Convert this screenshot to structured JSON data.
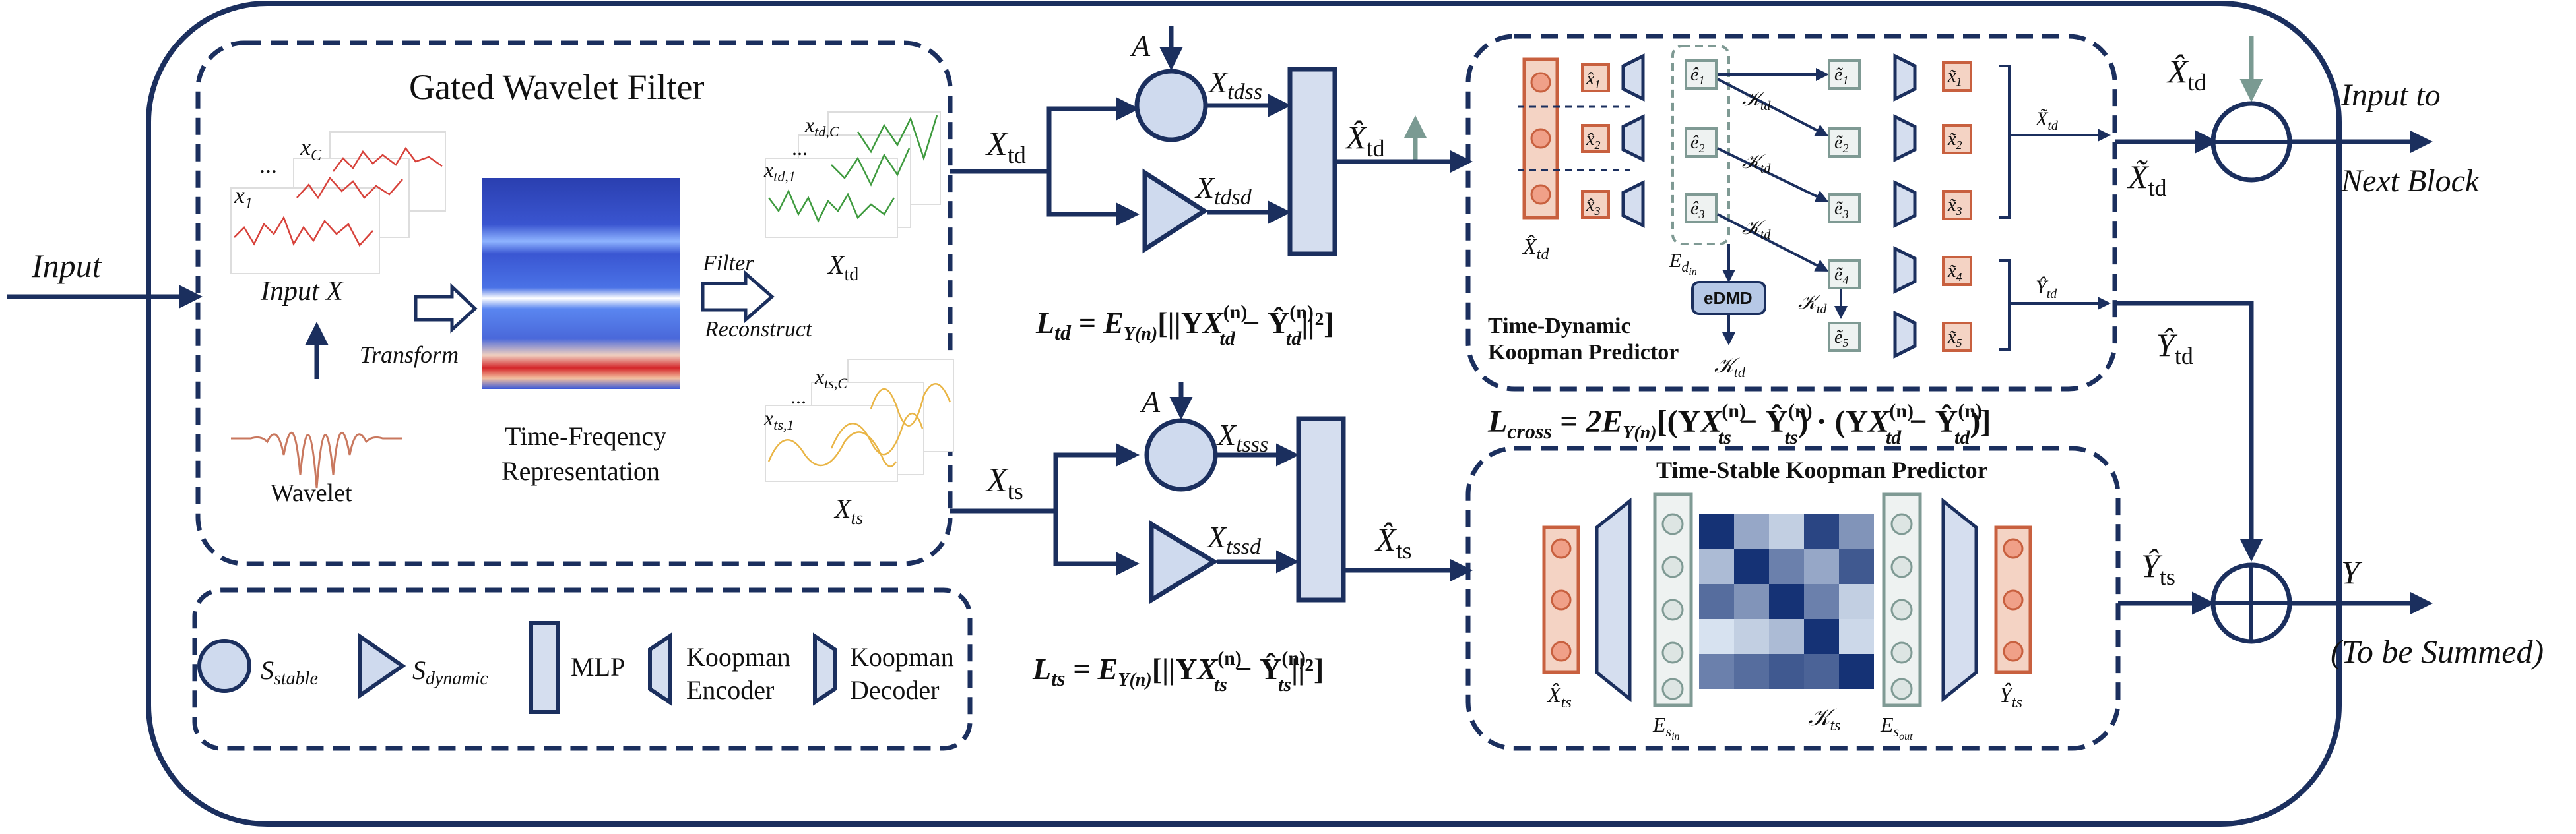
{
  "colors": {
    "navy": "#1b2f5e",
    "circle_fill": "#cfdaee",
    "encoder_fill": "#d5deef",
    "vector_orange": "#c8603f",
    "vector_orange_fill": "#f4d3c4",
    "latent_gray": "#7f9a94",
    "latent_fill": "#eef2f1",
    "arrow_gray": "#7a9a92",
    "signal_red": "#d7423b",
    "signal_green": "#3e9a3e",
    "signal_yellow": "#e9b546",
    "wavelet": "#c9785f"
  },
  "labels": {
    "input": "Input",
    "gated_wavelet_filter": "Gated Wavelet Filter",
    "input_x": "Input X",
    "x1": "x",
    "x1_sub": "1",
    "xc": "x",
    "xc_sub": "C",
    "dots": "...",
    "transform": "Transform",
    "wavelet": "Wavelet",
    "tf_line1": "Time-Freqency",
    "tf_line2": "Representation",
    "filter": "Filter",
    "reconstruct": "Reconstruct",
    "xtd_c": "x",
    "xtd_c_sub": "td,C",
    "xtd_1": "x",
    "xtd_1_sub": "td,1",
    "Xtd_small": "X",
    "Xtd_small_sub": "td",
    "xts_c": "x",
    "xts_c_sub": "ts,C",
    "xts_1": "x",
    "xts_1_sub": "ts,1",
    "Xts_small": "X",
    "Xts_small_sub": "ts",
    "Xtd_branch": "X",
    "Xtd_branch_sub": "td",
    "Xts_branch": "X",
    "Xts_branch_sub": "ts",
    "A_top": "A",
    "A_bottom": "A",
    "Xtdss": "X",
    "Xtdss_sub": "tdss",
    "Xtdsd": "X",
    "Xtdsd_sub": "tdsd",
    "Xtsss": "X",
    "Xtsss_sub": "tsss",
    "Xtssd": "X",
    "Xtssd_sub": "tssd",
    "Xhat_td": "X̂",
    "Xhat_td_sub": "td",
    "Xhat_ts": "X̂",
    "Xhat_ts_sub": "ts",
    "loss_td": "L",
    "loss_td_sub": "td",
    "loss_td_rhs": "= E",
    "loss_td_rhs_sub": "Y(n)",
    "loss_td_body": "[||Y",
    "loss_td_body2": " − Ŷ",
    "loss_td_end": "||²]",
    "loss_ts": "L",
    "loss_ts_sub": "ts",
    "loss_cross": "L",
    "loss_cross_sub": "cross",
    "loss_cross_rhs": "= 2E",
    "loss_cross_body1": "[(Y",
    "loss_cross_body2": " − Ŷ",
    "loss_cross_body3": ") · (Y",
    "loss_cross_body4": " − Ŷ",
    "loss_cross_end": ")]",
    "td_sup": "(n)",
    "td_sub": "td",
    "ts_sub": "ts",
    "td_predictor_line1": "Time-Dynamic",
    "td_predictor_line2": "Koopman Predictor",
    "ts_predictor": "Time-Stable Koopman Predictor",
    "edmd": "eDMD",
    "E_din": "E",
    "E_din_sub": "d",
    "E_din_subsub": "in",
    "K_td": "𝒦",
    "K_td_sub": "td",
    "K_ts": "𝒦",
    "K_ts_sub": "ts",
    "E_sin": "E",
    "E_sin_sub": "s",
    "E_sin_subsub": "in",
    "E_sout": "E",
    "E_sout_sub": "s",
    "E_sout_subsub": "out",
    "Xtilde_td": "X̃",
    "Ytilde_td_small": "Ŷ",
    "out_Xhat_td": "X̂",
    "out_Xtilde_td": "X̃",
    "out_Yhat_td": "Ŷ",
    "out_Yhat_ts": "Ŷ",
    "out_Y": "Y",
    "input_to": "Input to",
    "next_block": "Next Block",
    "to_be_summed": "(To be Summed)",
    "legend_stable": "S",
    "legend_stable_sub": "stable",
    "legend_dynamic": "S",
    "legend_dynamic_sub": "dynamic",
    "legend_mlp": "MLP",
    "legend_enc1": "Koopman",
    "legend_enc2": "Encoder",
    "legend_dec1": "Koopman",
    "legend_dec2": "Decoder",
    "e_hat": "ê",
    "e_tilde": "ẽ",
    "x_hat": "x̂",
    "x_tilde": "x̃",
    "idx1": "1",
    "idx2": "2",
    "idx3": "3",
    "idx4": "4",
    "idx5": "5"
  },
  "heatmap": {
    "rows": [
      [
        0.95,
        0.35,
        0.15,
        0.85,
        0.45
      ],
      [
        0.25,
        0.95,
        0.55,
        0.35,
        0.75
      ],
      [
        0.65,
        0.45,
        0.95,
        0.55,
        0.15
      ],
      [
        0.05,
        0.15,
        0.25,
        0.95,
        0.1
      ],
      [
        0.55,
        0.65,
        0.75,
        0.7,
        0.95
      ]
    ]
  }
}
